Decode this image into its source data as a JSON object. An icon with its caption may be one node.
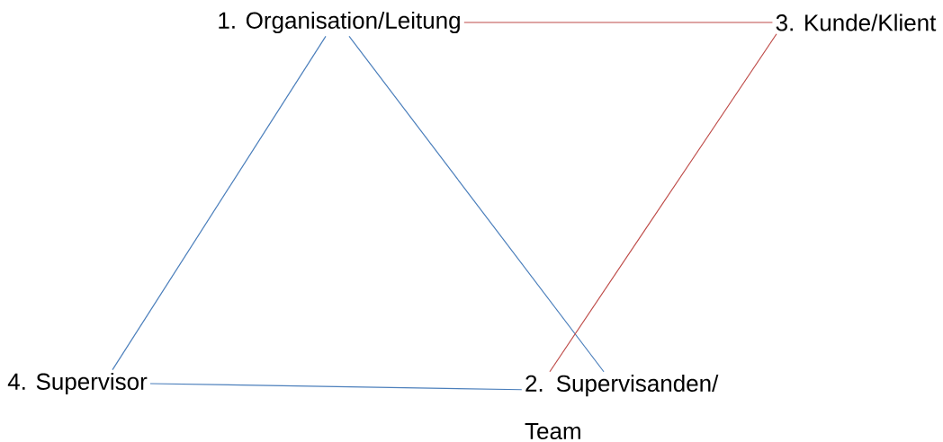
{
  "diagram": {
    "nodes": [
      {
        "text": [
          "1. Organisation/Leitung"
        ]
      },
      {
        "text": [
          "3. Kunde/Klient"
        ]
      },
      {
        "text": [
          "4. Supervisor"
        ]
      },
      {
        "text": [
          "2. Supervisanden/ Team"
        ]
      }
    ],
    "edges": [
      {
        "from": 0,
        "to": 1,
        "arrow": "none",
        "color": "#be4b48"
      },
      {
        "from": 0,
        "to": 2,
        "arrow": "none"
      },
      {
        "from": 0,
        "to": 3,
        "arrow": "none"
      },
      {
        "from": 1,
        "to": 3,
        "arrow": "none",
        "color": "#be4b48"
      },
      {
        "from": 2,
        "to": 3,
        "arrow": "none"
      }
    ]
  }
}
